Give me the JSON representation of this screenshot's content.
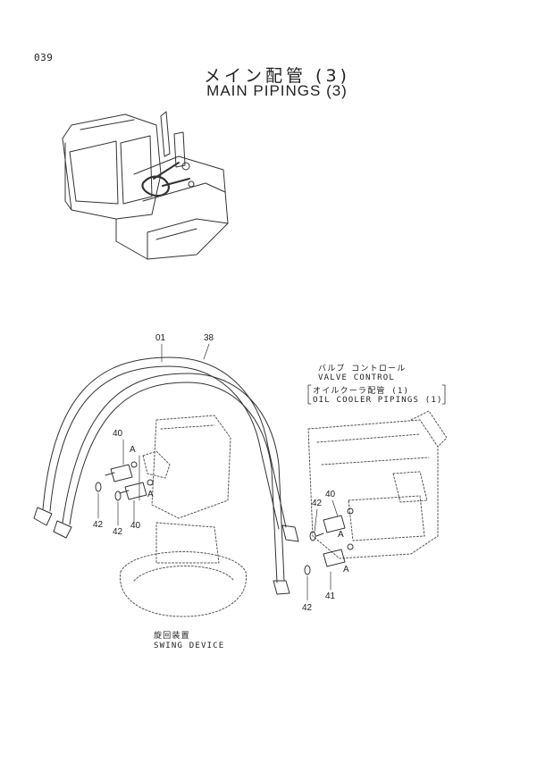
{
  "header": {
    "page_number": "039",
    "title_jp": "メイン配管 (3)",
    "title_en": "MAIN PIPINGS (3)"
  },
  "labels": {
    "valve_control_jp": "バルブ コントロール",
    "valve_control_en": "VALVE CONTROL",
    "oil_cooler_jp": "オイルクーラ配管 (1)",
    "oil_cooler_en": "OIL COOLER PIPINGS (1)",
    "swing_device_jp": "旋回装置",
    "swing_device_en": "SWING DEVICE"
  },
  "callouts": {
    "c01": "01",
    "c38": "38",
    "c40_left_top": "40",
    "c40_left_bottom": "40",
    "c42_left_a": "42",
    "c42_left_b": "42",
    "c40_right": "40",
    "c42_right_top": "42",
    "c42_right_bottom": "42",
    "c41": "41",
    "a_left_1": "A",
    "a_left_2": "A",
    "a_right_1": "A",
    "a_right_2": "A"
  }
}
